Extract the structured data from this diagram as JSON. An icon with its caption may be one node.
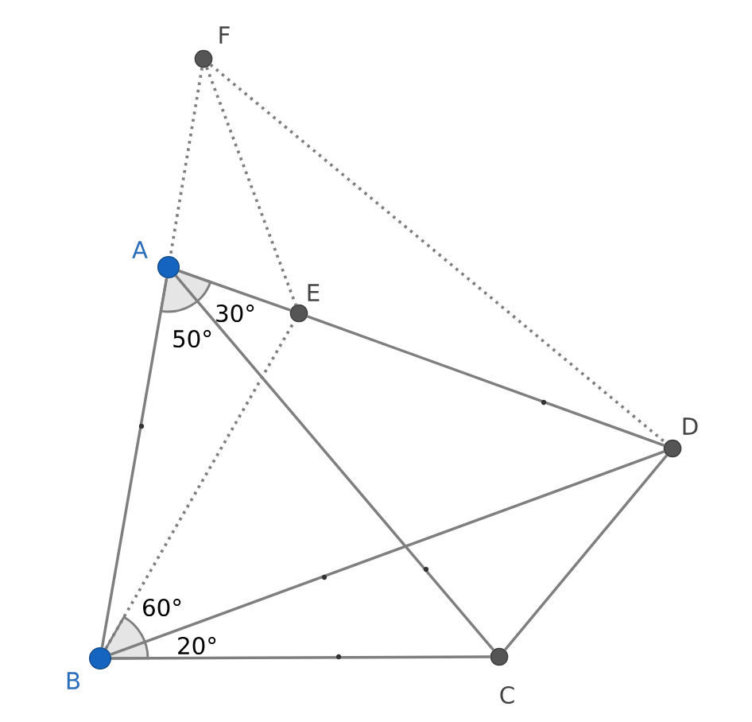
{
  "diagram": {
    "nodes": [
      {
        "text": [],
        "shape": "circle",
        "beside": [
          "F"
        ]
      },
      {
        "text": [],
        "shape": "circle",
        "beside": [
          "A"
        ]
      },
      {
        "text": [],
        "shape": "circle",
        "beside": [
          "E"
        ]
      },
      {
        "text": [],
        "shape": "circle",
        "beside": [
          "D"
        ]
      },
      {
        "text": [],
        "shape": "circle",
        "beside": [
          "B"
        ]
      },
      {
        "text": [],
        "shape": "circle",
        "beside": [
          "C"
        ]
      }
    ],
    "edges": [
      {
        "from": 1,
        "to": 4,
        "arrow": "none"
      },
      {
        "from": 1,
        "to": 5,
        "arrow": "none"
      },
      {
        "from": 1,
        "to": 2,
        "arrow": "none"
      },
      {
        "from": 2,
        "to": 3,
        "arrow": "none"
      },
      {
        "from": 4,
        "to": 5,
        "arrow": "none"
      },
      {
        "from": 4,
        "to": 3,
        "arrow": "none"
      },
      {
        "from": 5,
        "to": 3,
        "arrow": "none"
      },
      {
        "from": 0,
        "to": 1,
        "arrow": "none",
        "style": "dashed"
      },
      {
        "from": 0,
        "to": 2,
        "arrow": "none",
        "style": "dashed"
      },
      {
        "from": 0,
        "to": 3,
        "arrow": "none",
        "style": "dashed"
      },
      {
        "from": 4,
        "to": 2,
        "arrow": "none",
        "style": "dashed"
      }
    ],
    "labels": [
      "30°",
      "50°",
      "60°",
      "20°"
    ]
  }
}
